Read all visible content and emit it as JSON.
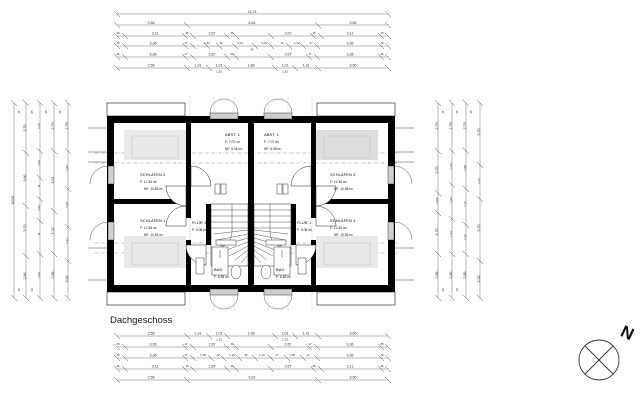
{
  "drawing": {
    "title": "Dachgeschoss",
    "sheet_width": 643,
    "sheet_height": 400,
    "background": "#ffffff",
    "ink": "#000000"
  },
  "rooms": [
    {
      "id": "abst-left",
      "name": "ABST. 1",
      "gross_label": "F: 7.07 m²",
      "net_label": "NF: 6.06 m²",
      "unit": "left"
    },
    {
      "id": "abst-right",
      "name": "ABST. 1",
      "gross_label": "F: 7.07 m²",
      "net_label": "NF: 6.06 m²",
      "unit": "right"
    },
    {
      "id": "schlafen2-left",
      "name": "SCHLAFEN 2",
      "gross_label": "F: 12.36 m²",
      "net_label": "NF: 10.85 m²",
      "unit": "left"
    },
    {
      "id": "schlafen2-right",
      "name": "SCHLAFEN 2",
      "gross_label": "F: 12.36 m²",
      "net_label": "NF: 10.85 m²",
      "unit": "right"
    },
    {
      "id": "schlafen1-left",
      "name": "SCHLAFEN 1",
      "gross_label": "F: 12.36 m²",
      "net_label": "NF: 10.85 m²",
      "unit": "left"
    },
    {
      "id": "schlafen1-right",
      "name": "SCHLAFEN 1",
      "gross_label": "F: 12.36 m²",
      "net_label": "NF: 10.85 m²",
      "unit": "right"
    },
    {
      "id": "flur-left",
      "name": "FLUR 1",
      "gross_label": "F: 3.08 m²",
      "net_label": "",
      "unit": "left"
    },
    {
      "id": "flur-right",
      "name": "FLUR 1",
      "gross_label": "F: 3.08 m²",
      "net_label": "",
      "unit": "right"
    },
    {
      "id": "bad-left",
      "name": "BAD",
      "gross_label": "F: 6.65 m²",
      "net_label": "",
      "unit": "left"
    },
    {
      "id": "bad-right",
      "name": "BAD",
      "gross_label": "F: 6.65 m²",
      "net_label": "",
      "unit": "right"
    }
  ],
  "dimensions": {
    "top": {
      "overall": "13,74",
      "row2": [
        "3,56",
        "6,62",
        "3,56"
      ],
      "row3": [
        "45",
        "3,11",
        "45",
        "2,67",
        "36",
        "2,67",
        "45",
        "3,11",
        "45"
      ],
      "row4": [
        "45",
        "3,36",
        "17",
        "1,52",
        "11",
        "1,03",
        "1,03",
        "11",
        "1,52",
        "17",
        "3,36",
        "45"
      ],
      "row5": [
        "45",
        "3,36",
        "17",
        "2,67",
        "36",
        "2,67",
        "17",
        "3,36",
        "45"
      ],
      "row6": [
        "3,56",
        "1,31",
        "1,01",
        "1,98",
        "1,01",
        "1,31",
        "3,56"
      ],
      "row6_sub": [
        "1,33",
        "1,33"
      ],
      "row4_sub": "36"
    },
    "bottom": {
      "row1": [
        "3,56",
        "1,31",
        "1,01",
        "1,98",
        "1,01",
        "1,31",
        "3,56"
      ],
      "row1_sub": [
        "1,33",
        "1,33"
      ],
      "row2": [
        "45",
        "3,36",
        "17",
        "2,67",
        "36",
        "2,67",
        "17",
        "3,36",
        "45"
      ],
      "row3": [
        "45",
        "3,36",
        "17",
        "1,38",
        "17",
        "1,16",
        "36",
        "1,16",
        "17",
        "1,38",
        "17",
        "3,36",
        "45"
      ],
      "row4": [
        "45",
        "3,11",
        "45",
        "2,67",
        "36",
        "2,67",
        "45",
        "3,11",
        "45"
      ],
      "row5": [
        "3,56",
        "6,62",
        "3,56"
      ]
    },
    "left": {
      "overall": "10,81",
      "chain_a": [
        "3,70",
        "3,60",
        "3,70",
        "2,86"
      ],
      "chain_b": [
        "2,79",
        "1,03",
        "11",
        "1,03",
        "11",
        "1,03",
        "2,86"
      ],
      "chain_c": [
        "2,79",
        "3,01",
        "1,33",
        "2,86"
      ],
      "chain_d": [
        "2,79",
        "1,00",
        "1,00",
        "1,33",
        "2,28"
      ],
      "edge": [
        "45",
        "45",
        "45",
        "45",
        "40",
        "40"
      ]
    },
    "right": {
      "chain_a": [
        "2,79",
        "3,70",
        "1,00",
        "3,70",
        "2,86"
      ],
      "chain_b": [
        "2,79",
        "1,03",
        "1,03",
        "1,33",
        "2,86"
      ],
      "chain_c": [
        "2,79",
        "1,00",
        "1,17",
        "1,33",
        "2,86"
      ],
      "chain_d": [
        "3,70",
        "1,17",
        "3,70",
        "2,28"
      ],
      "edge": [
        "45",
        "45",
        "45",
        "40",
        "40"
      ]
    }
  },
  "compass": {
    "label": "N",
    "name": "north-arrow"
  },
  "legend": {
    "area_prefix_gross": "F:",
    "area_prefix_net": "NF:",
    "unit": "m²"
  }
}
